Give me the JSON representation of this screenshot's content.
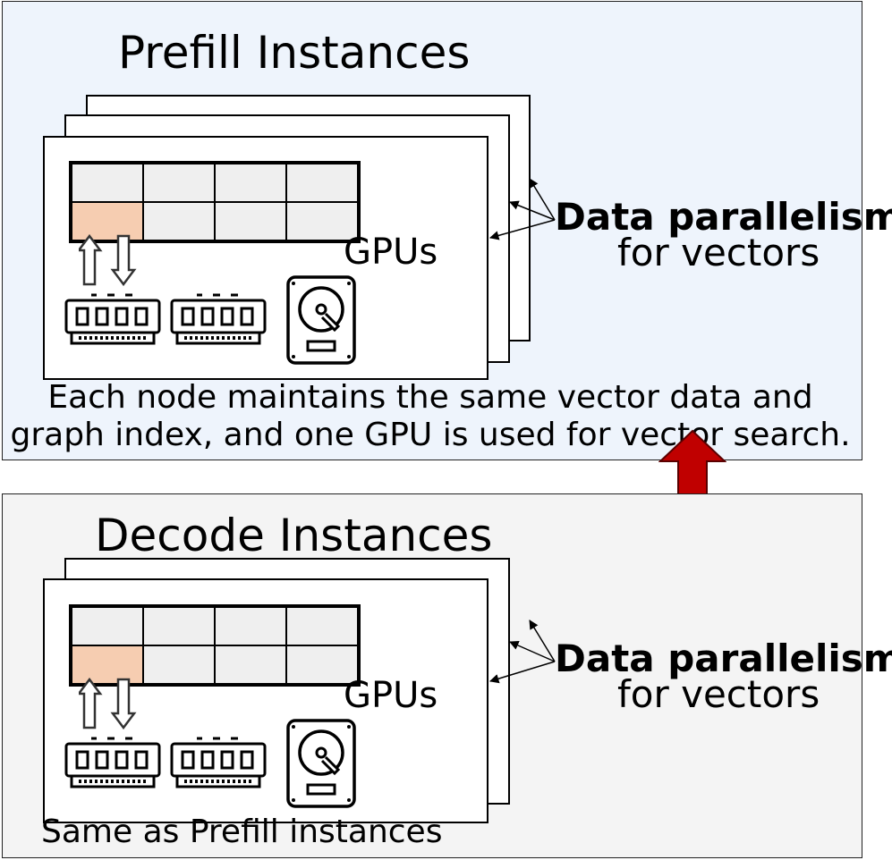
{
  "prefill": {
    "title": "Prefill Instances",
    "gpus_label": "GPUs",
    "data_parallelism_bold": "Data parallelism",
    "data_parallelism_sub": "for vectors",
    "caption_line1": "Each node maintains the same vector data and",
    "caption_line2": "graph index, and one GPU is used for vector search."
  },
  "decode": {
    "title": "Decode Instances",
    "gpus_label": "GPUs",
    "data_parallelism_bold": "Data parallelism",
    "data_parallelism_sub": "for vectors",
    "caption": "Same as Prefill instances"
  },
  "colors": {
    "prefill_panel_bg": "#eef4fc",
    "decode_panel_bg": "#f4f4f4",
    "active_gpu": "#f6cdb1",
    "idle_gpu": "#efefef",
    "exchange_arrow": "#c00000"
  },
  "icons": {
    "memory": "ram-stick-icon",
    "storage": "hard-disk-icon",
    "transfer": "up-down-arrows-icon",
    "exchange": "double-headed-arrow-icon"
  }
}
